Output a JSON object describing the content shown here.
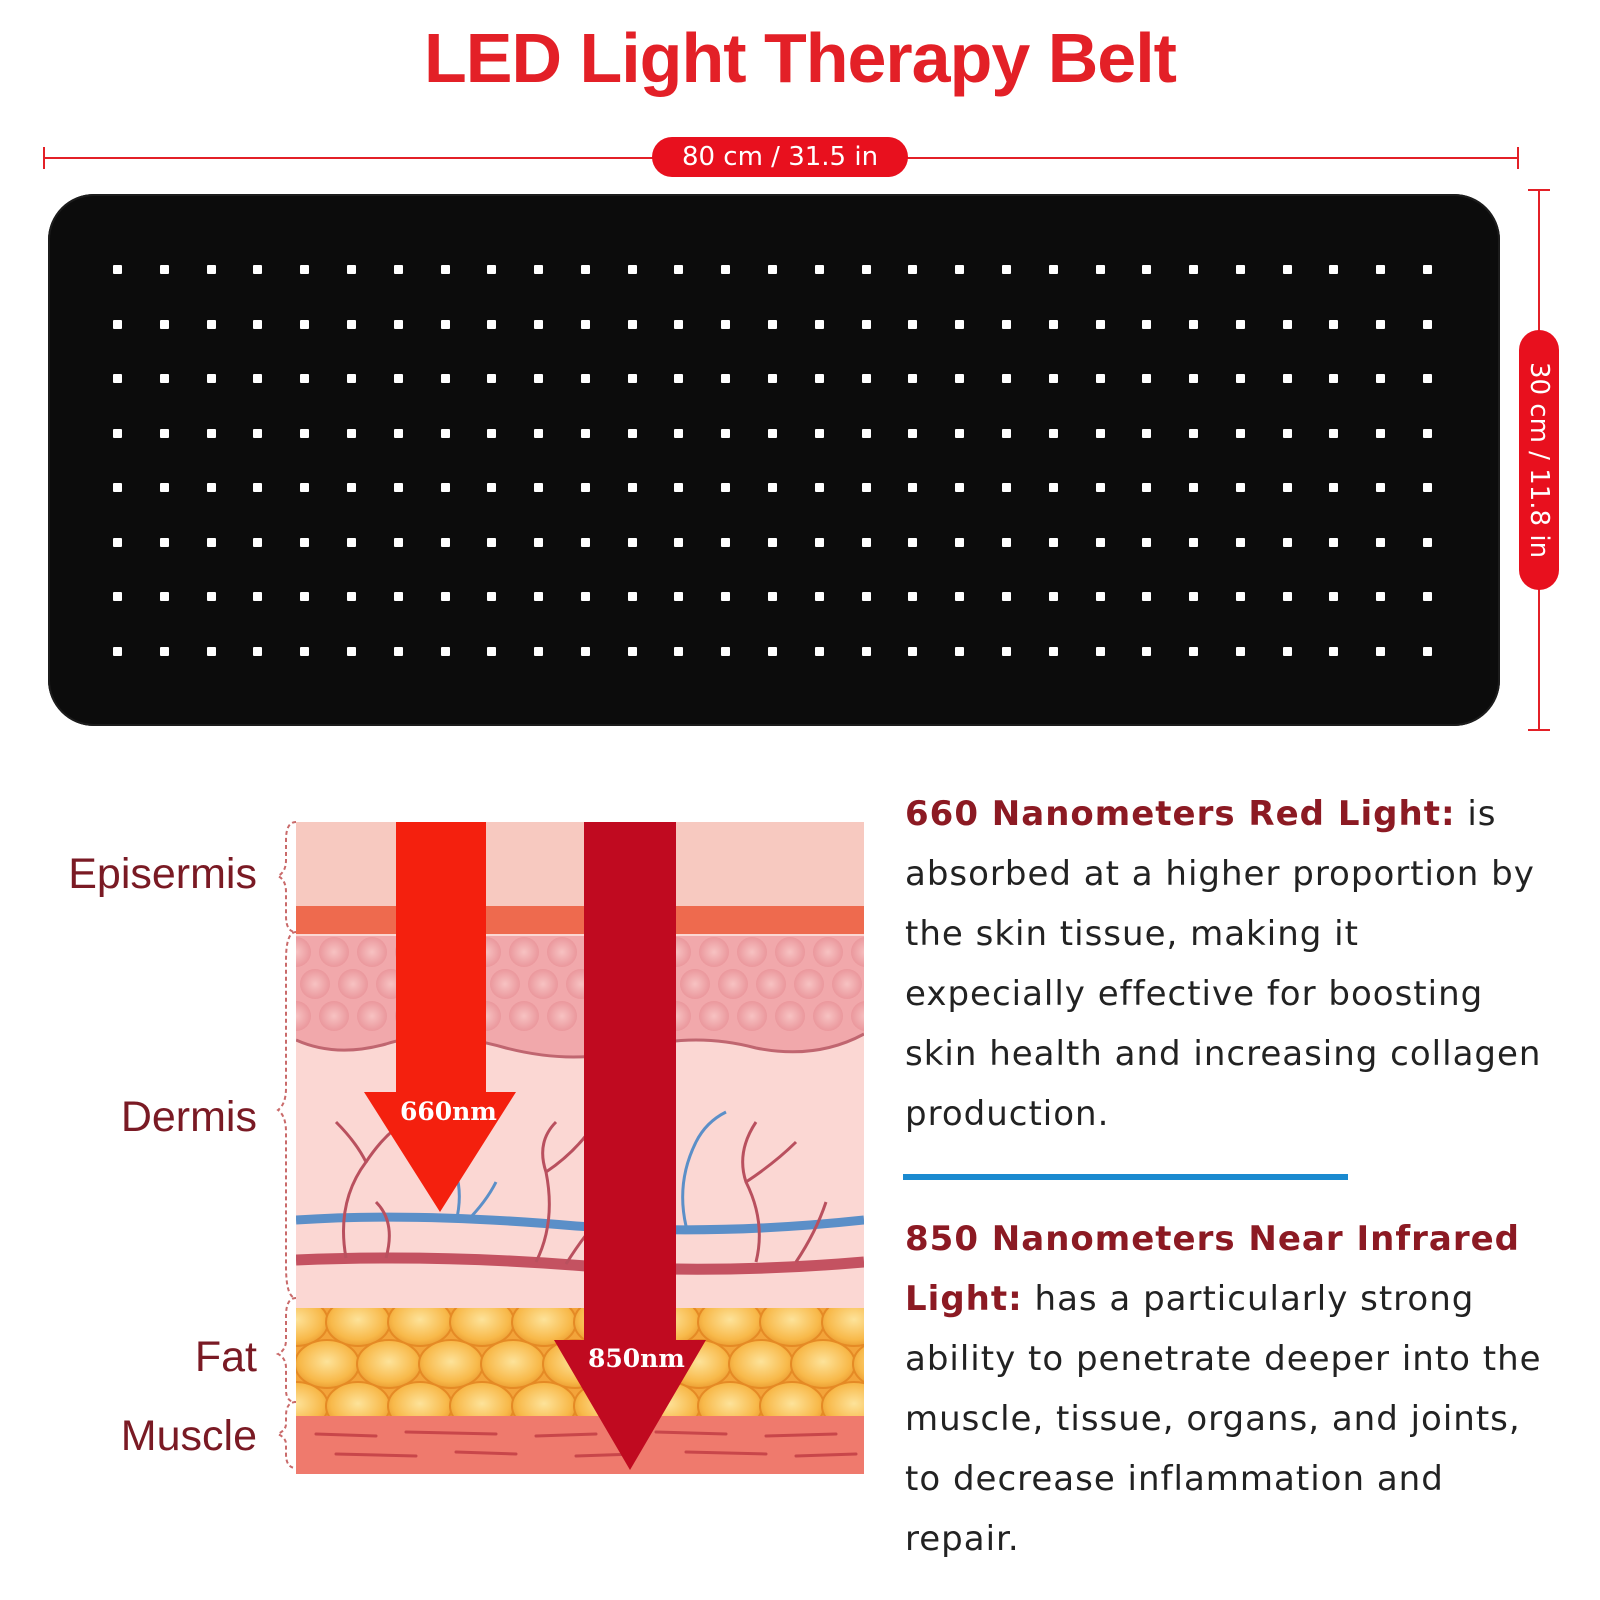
{
  "title": "LED Light Therapy Belt",
  "dimensions": {
    "width_label": "80 cm / 31.5 in",
    "height_label": "30 cm / 11.8 in"
  },
  "belt": {
    "led_rows": 8,
    "led_cols": 29,
    "led_color": "#ffffff",
    "body_color": "#0c0c0c"
  },
  "layers": {
    "epidermis": "Episermis",
    "dermis": "Dermis",
    "fat": "Fat",
    "muscle": "Muscle"
  },
  "arrows": {
    "red": "660nm",
    "infrared": "850nm"
  },
  "colors": {
    "accent_red": "#e32027",
    "heading_maroon": "#8c1a23",
    "divider_blue": "#1a8ad0"
  },
  "info": {
    "red_light": {
      "heading": "660 Nanometers Red Light:",
      "body": "is absorbed at a higher proportion by the skin tissue, making it expecially effective for boosting skin health and increasing collagen production."
    },
    "nir_light": {
      "heading": "850 Nanometers Near Infrared Light:",
      "body": "has a particularly strong ability to penetrate deeper into the muscle, tissue, organs, and joints, to decrease inflammation and repair."
    }
  }
}
